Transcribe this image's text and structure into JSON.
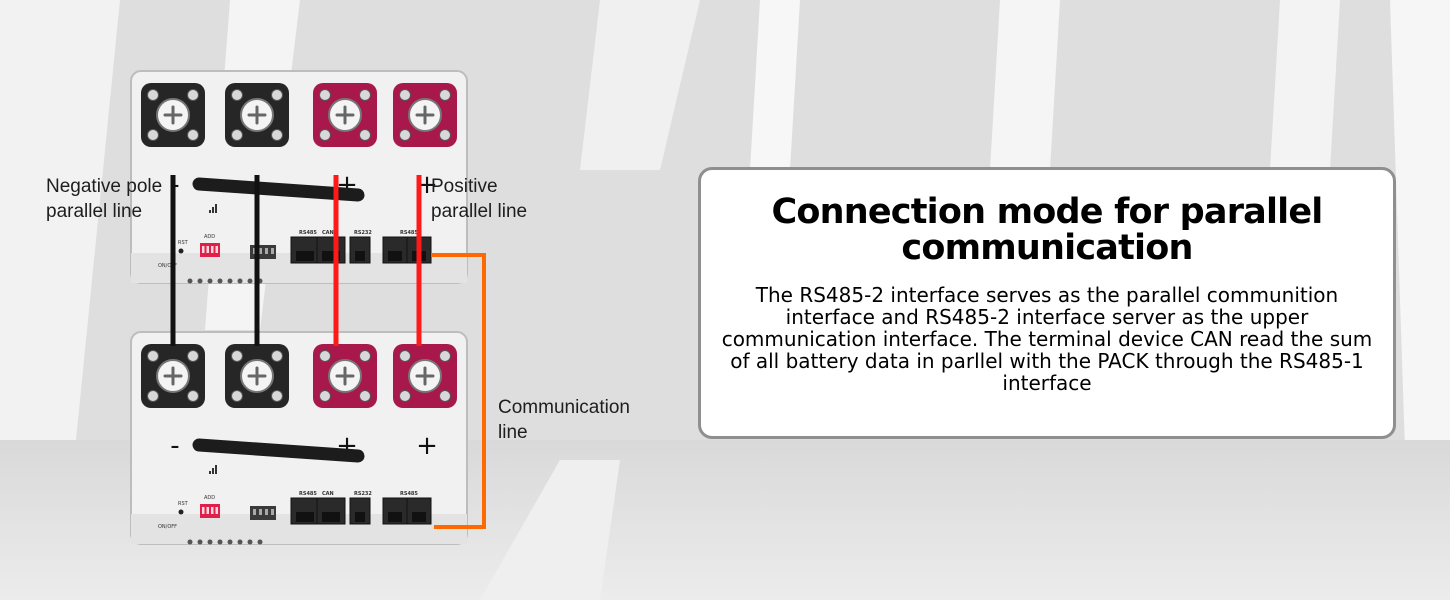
{
  "labels": {
    "negative": [
      "Negative pole",
      "parallel line"
    ],
    "positive": [
      "Positive",
      "parallel line"
    ],
    "communication": [
      "Communication",
      "line"
    ]
  },
  "batteries": [
    {
      "name": "upper",
      "terminals": [
        "-",
        "-",
        "+",
        "+"
      ],
      "ports": [
        "RS485",
        "CAN",
        "RS232",
        "RS485"
      ],
      "dip_label": "ADD",
      "switch_labels": [
        "RST",
        "ON/OFF"
      ]
    },
    {
      "name": "lower",
      "terminals": [
        "-",
        "-",
        "+",
        "+"
      ],
      "ports": [
        "RS485",
        "CAN",
        "RS232",
        "RS485"
      ],
      "dip_label": "ADD",
      "switch_labels": [
        "RST",
        "ON/OFF"
      ]
    }
  ],
  "wire_colors": {
    "negative": "#111111",
    "positive": "#ff1a1a",
    "communication": "#ff6a00"
  },
  "terminal_colors": {
    "negative": "#262626",
    "positive": "#a8184a"
  },
  "info": {
    "title": "Connection mode for parallel communication",
    "body": "The RS485-2 interface serves as the parallel communition interface and RS485-2 interface server as the upper communication interface. The terminal device CAN read the sum of all battery data in parllel with the PACK through the RS485-1 interface"
  }
}
